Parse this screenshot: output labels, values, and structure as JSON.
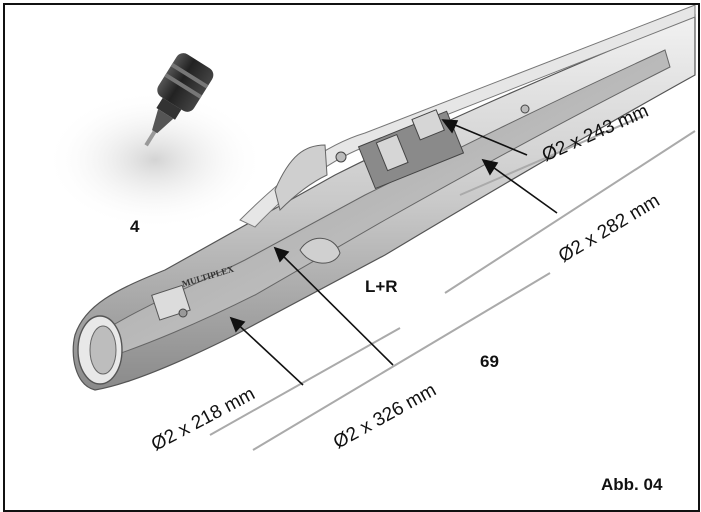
{
  "figure": {
    "step_number": "4",
    "side_label": "L+R",
    "part_number": "69",
    "caption": "Abb.  04",
    "dimensions": {
      "rod_243": "Ø2 x 243 mm",
      "rod_282": "Ø2 x 282 mm",
      "rod_218": "Ø2 x 218 mm",
      "rod_326": "Ø2 x 326 mm"
    },
    "logo_text": "MULTIPLEX",
    "icons": [
      "glue-bottle-icon"
    ]
  }
}
